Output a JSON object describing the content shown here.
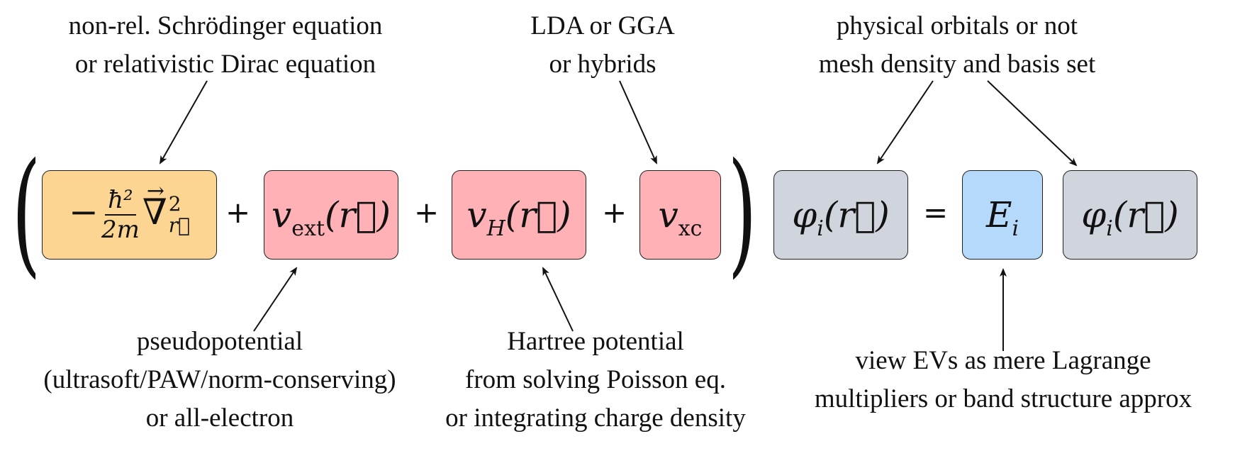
{
  "annotations": {
    "kinetic": [
      "non-rel. Schrödinger equation",
      "or relativistic Dirac equation"
    ],
    "xc": [
      "LDA or GGA",
      "or hybrids"
    ],
    "orbitals": [
      "physical orbitals or not",
      "mesh density and basis set"
    ],
    "ext": [
      "pseudopotential",
      "(ultrasoft/PAW/norm-conserving)",
      "or all-electron"
    ],
    "hartree": [
      "Hartree potential",
      "from solving Poisson eq.",
      "or integrating charge density"
    ],
    "eigen": [
      "view EVs as mere Lagrange",
      "multipliers or band structure approx"
    ]
  },
  "equation": {
    "kinetic": {
      "minus": "−",
      "num": "ħ²",
      "den": "2m",
      "nabla": "∇",
      "sup": "2",
      "sub": "r⃗"
    },
    "plus": "+",
    "equals": "=",
    "vext": {
      "v": "v",
      "sub": "ext",
      "arg": "(r⃗)"
    },
    "vh": {
      "v": "v",
      "sub": "H",
      "arg": "(r⃗)"
    },
    "vxc": {
      "v": "v",
      "sub": "xc"
    },
    "phi_left": {
      "phi": "φ",
      "sub": "i",
      "arg": "(r⃗)"
    },
    "energy": {
      "E": "E",
      "sub": "i"
    },
    "phi_right": {
      "phi": "φ",
      "sub": "i",
      "arg": "(r⃗)"
    },
    "lparen": "(",
    "rparen": ")"
  },
  "colors": {
    "kinetic_box": "#fcd592",
    "potential_box": "#ffb1b5",
    "orbital_box": "#d0d4dc",
    "energy_box": "#b4d9fb"
  }
}
